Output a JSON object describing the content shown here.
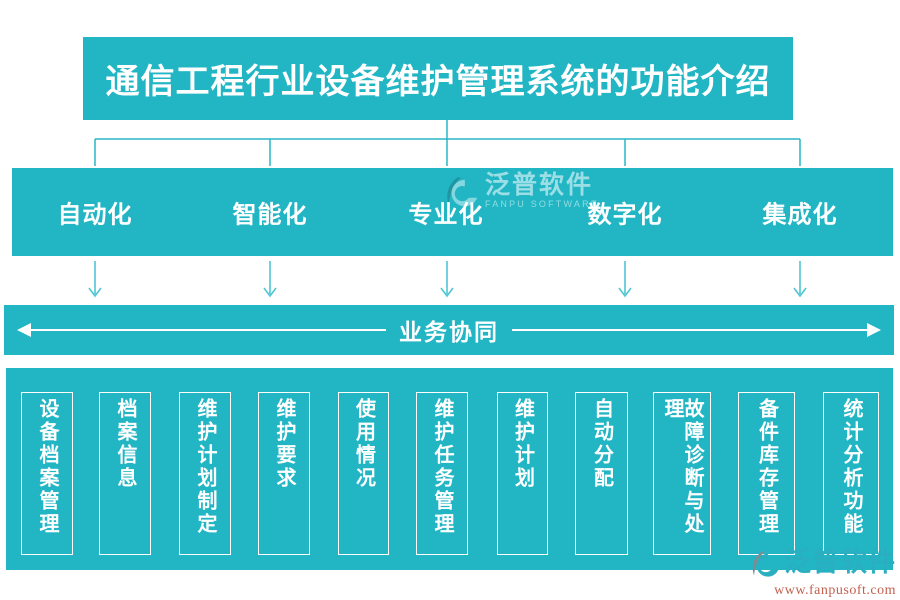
{
  "title": "通信工程行业设备维护管理系统的功能介绍",
  "categories": [
    "自动化",
    "智能化",
    "专业化",
    "数字化",
    "集成化"
  ],
  "collaboration": {
    "label": "业务协同"
  },
  "functions": [
    "设备档案管理",
    "档案信息",
    "维护计划制定",
    "维护要求",
    "使用情况",
    "维护任务管理",
    "维护计划",
    "自动分配",
    "故障诊断与处理",
    "备件库存管理",
    "统计分析功能"
  ],
  "watermark_center": {
    "brand": "泛普软件",
    "brand_en": "FANPU SOFTWARE"
  },
  "watermark_corner": {
    "brand": "泛普软件",
    "url": "www.fanpusoft.com"
  },
  "colors": {
    "teal": "#22b6c5",
    "connector": "#29b7c6",
    "down_arrow": "#4fc6d4",
    "corner_brand": "#2aafc0",
    "corner_url": "#c2604e"
  }
}
